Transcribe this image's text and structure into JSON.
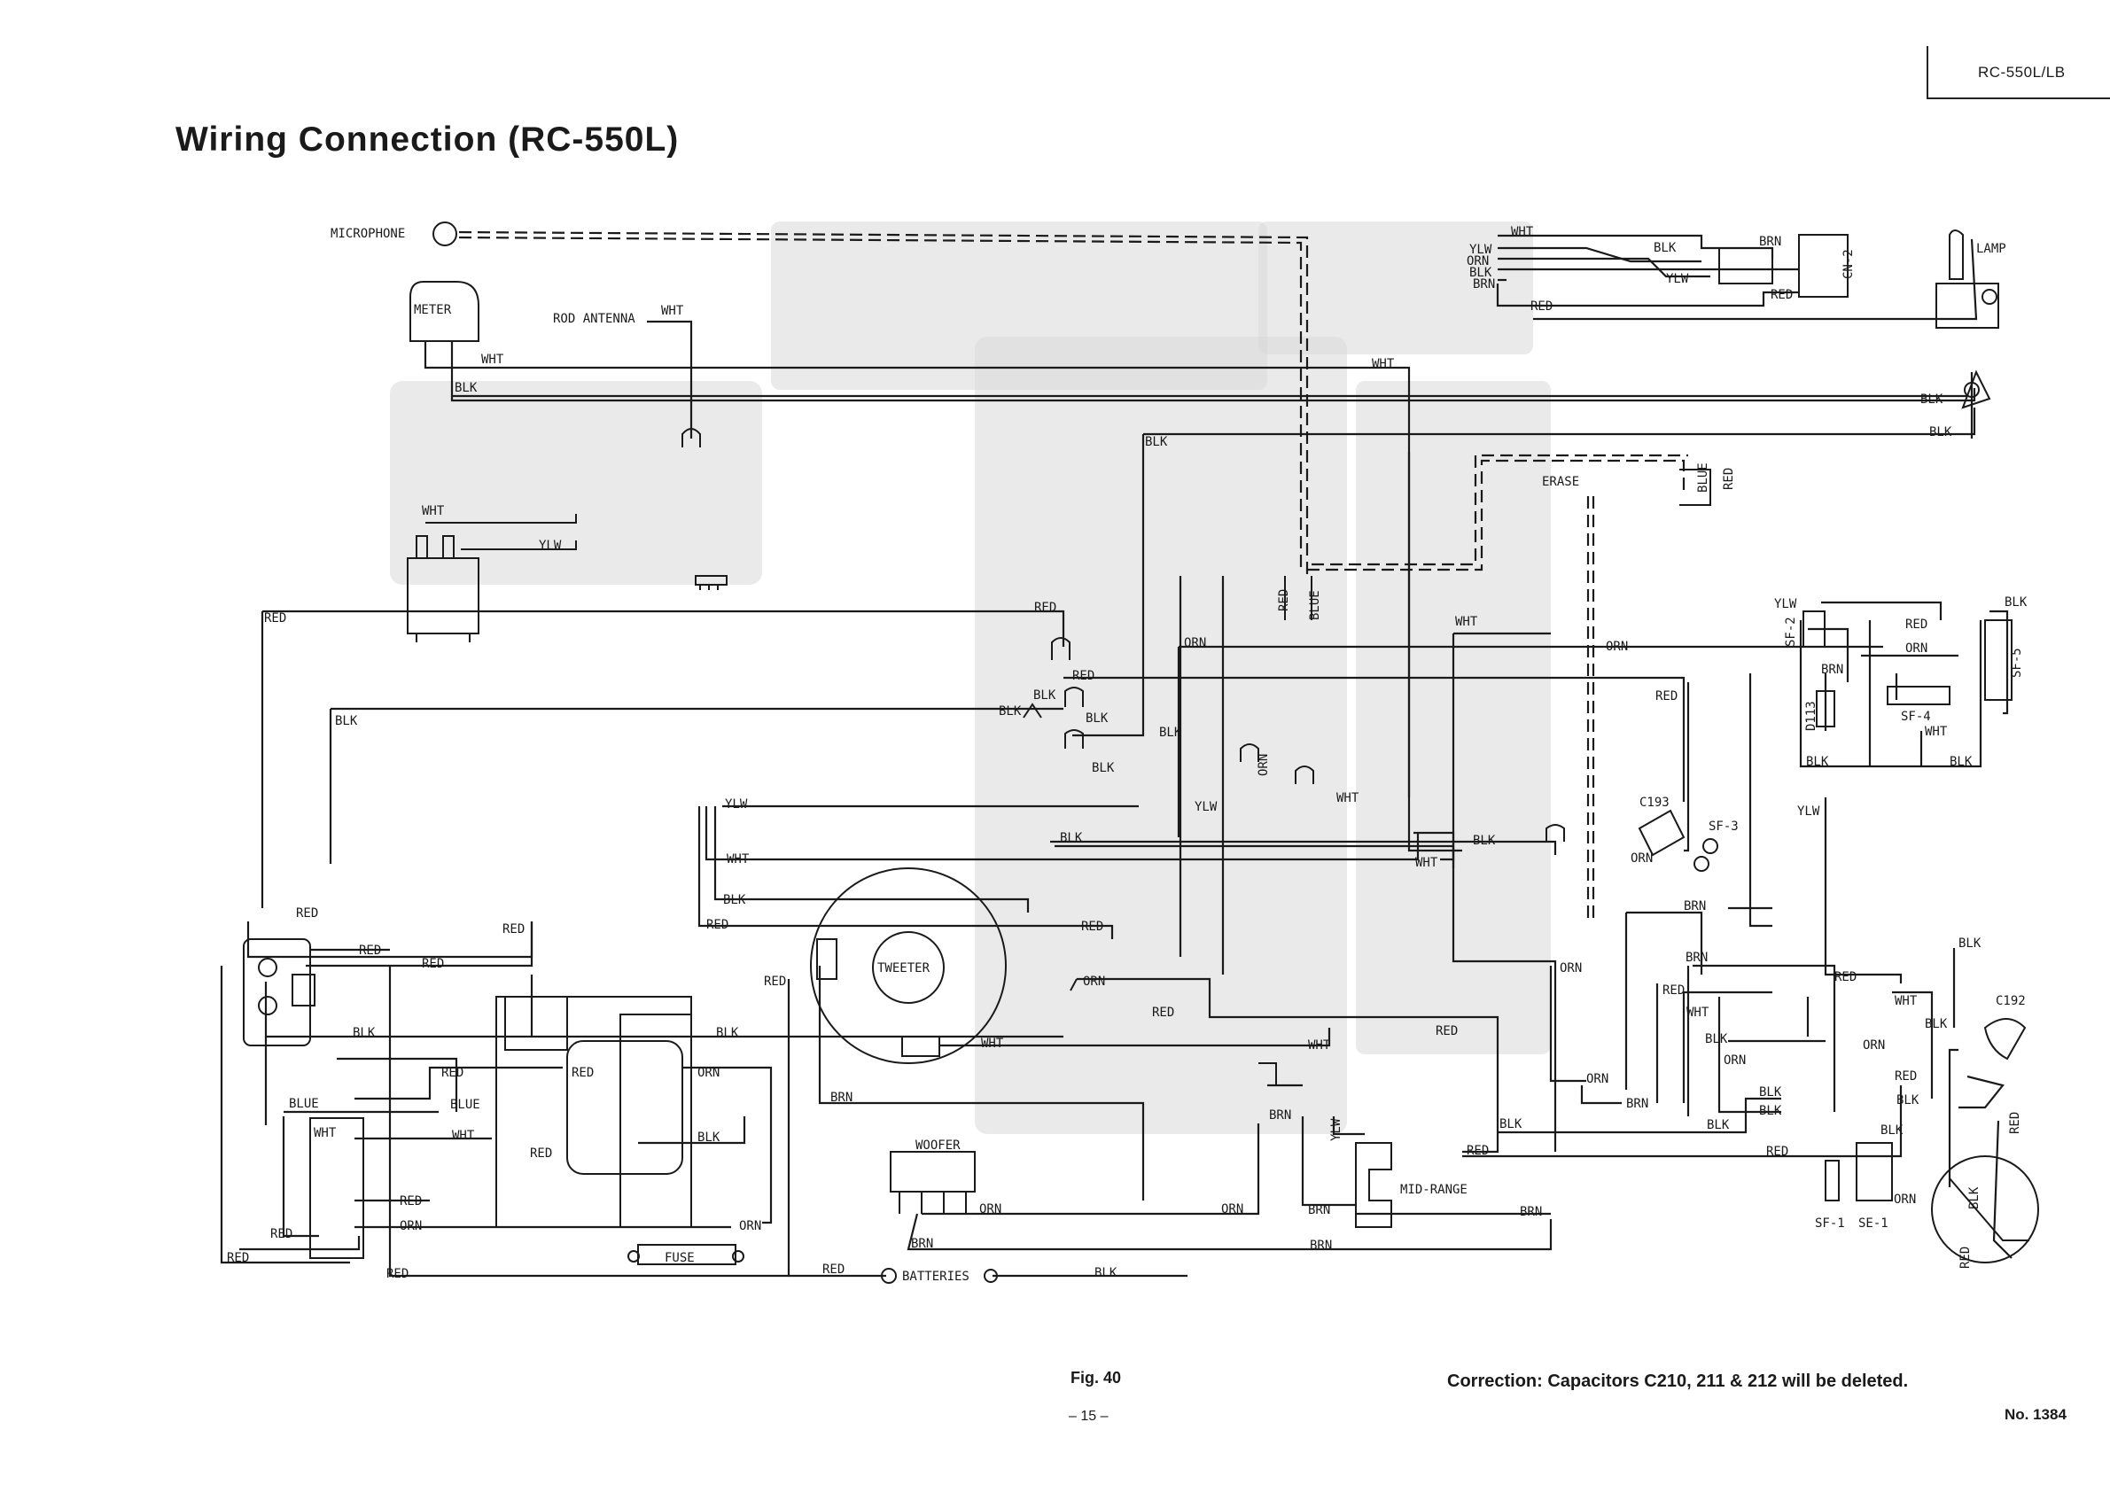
{
  "header": {
    "model": "RC-550L/LB",
    "title": "Wiring Connection (RC-550L)"
  },
  "footer": {
    "figure": "Fig. 40",
    "page_number": "– 15 –",
    "correction": "Correction:  Capacitors C210, 211 & 212 will be deleted.",
    "doc_number": "No. 1384"
  },
  "components": {
    "microphone": "MICROPHONE",
    "meter": "METER",
    "rod_antenna": "ROD ANTENNA",
    "lamp": "LAMP",
    "cn2": "CN-2",
    "erase": "ERASE",
    "tweeter": "TWEETER",
    "woofer": "WOOFER",
    "mid_range": "MID-RANGE",
    "fuse": "FUSE",
    "batteries": "BATTERIES",
    "c193": "C193",
    "c192": "C192",
    "sf1": "SF-1",
    "se1": "SE-1",
    "sf2": "SF-2",
    "sf3": "SF-3",
    "sf4": "SF-4",
    "sf5": "SF-5",
    "d113": "D113"
  },
  "wire_colors": {
    "wht": "WHT",
    "blk": "BLK",
    "red": "RED",
    "ylw": "YLW",
    "orn": "ORN",
    "brn": "BRN",
    "blue": "BLUE"
  }
}
